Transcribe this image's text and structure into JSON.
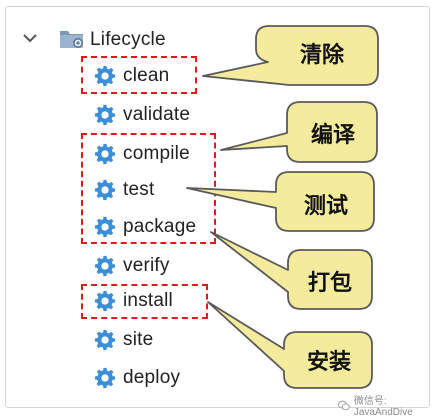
{
  "tree": {
    "root_label": "Lifecycle",
    "phases": [
      {
        "label": "clean"
      },
      {
        "label": "validate"
      },
      {
        "label": "compile"
      },
      {
        "label": "test"
      },
      {
        "label": "package"
      },
      {
        "label": "verify"
      },
      {
        "label": "install"
      },
      {
        "label": "site"
      },
      {
        "label": "deploy"
      }
    ]
  },
  "callouts": [
    {
      "text": "清除"
    },
    {
      "text": "编译"
    },
    {
      "text": "测试"
    },
    {
      "text": "打包"
    },
    {
      "text": "安装"
    }
  ],
  "watermark": {
    "text": "微信号: JavaAndDive"
  },
  "colors": {
    "callout_fill": "#f4ec9c",
    "callout_border": "#5a5a5a",
    "highlight_dash": "#e11a1a",
    "gear": "#3a8fd8",
    "folder": "#7d97b5"
  },
  "icons": {
    "chevron": "chevron-down-icon",
    "root": "folder-icon",
    "phase": "gear-icon"
  }
}
